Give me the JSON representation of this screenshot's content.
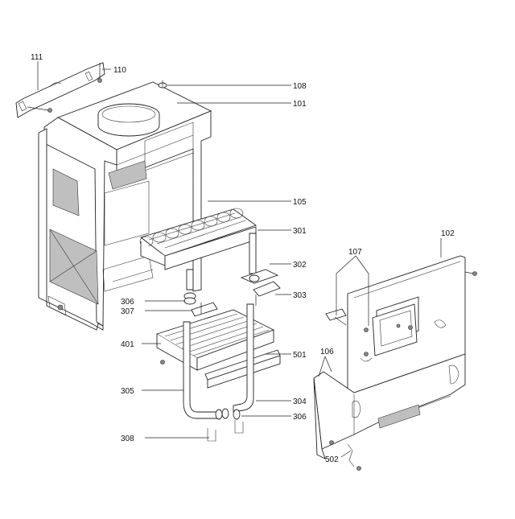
{
  "labels": {
    "l111": "111",
    "l110": "110",
    "l108": "108",
    "l101": "101",
    "l105": "105",
    "l301": "301",
    "l302": "302",
    "l303": "303",
    "l306a": "306",
    "l307": "307",
    "l401": "401",
    "l501": "501",
    "l305": "305",
    "l304": "304",
    "l306b": "306",
    "l308": "308",
    "l102": "102",
    "l107": "107",
    "l106": "106",
    "l502": "502"
  }
}
